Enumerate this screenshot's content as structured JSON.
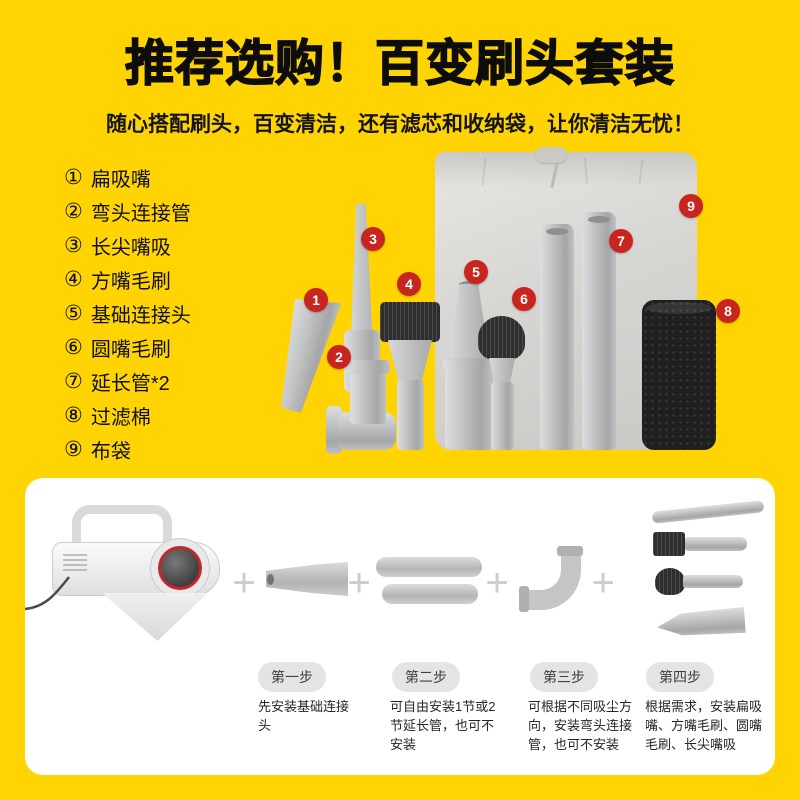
{
  "header": {
    "title": "推荐选购！百变刷头套装",
    "subtitle": "随心搭配刷头，百变清洁，还有滤芯和收纳袋，让你清洁无忧！"
  },
  "parts": [
    {
      "num": "①",
      "label": "扁吸嘴"
    },
    {
      "num": "②",
      "label": "弯头连接管"
    },
    {
      "num": "③",
      "label": "长尖嘴吸"
    },
    {
      "num": "④",
      "label": "方嘴毛刷"
    },
    {
      "num": "⑤",
      "label": "基础连接头"
    },
    {
      "num": "⑥",
      "label": "圆嘴毛刷"
    },
    {
      "num": "⑦",
      "label": "延长管*2"
    },
    {
      "num": "⑧",
      "label": "过滤棉"
    },
    {
      "num": "⑨",
      "label": "布袋"
    }
  ],
  "markers": [
    "1",
    "2",
    "3",
    "4",
    "5",
    "6",
    "7",
    "8",
    "9"
  ],
  "assembly": {
    "plus": "+",
    "steps": [
      {
        "badge": "第一步",
        "desc": "先安装基础连接头"
      },
      {
        "badge": "第二步",
        "desc": "可自由安装1节或2节延长管，也可不安装"
      },
      {
        "badge": "第三步",
        "desc": "可根据不同吸尘方向，安装弯头连接管，也可不安装"
      },
      {
        "badge": "第四步",
        "desc": "根据需求，安装扁吸嘴、方嘴毛刷、圆嘴毛刷、长尖嘴吸"
      }
    ]
  },
  "colors": {
    "background": "#FFD402",
    "panel": "#FFFFFF",
    "marker": "#C9251F"
  }
}
